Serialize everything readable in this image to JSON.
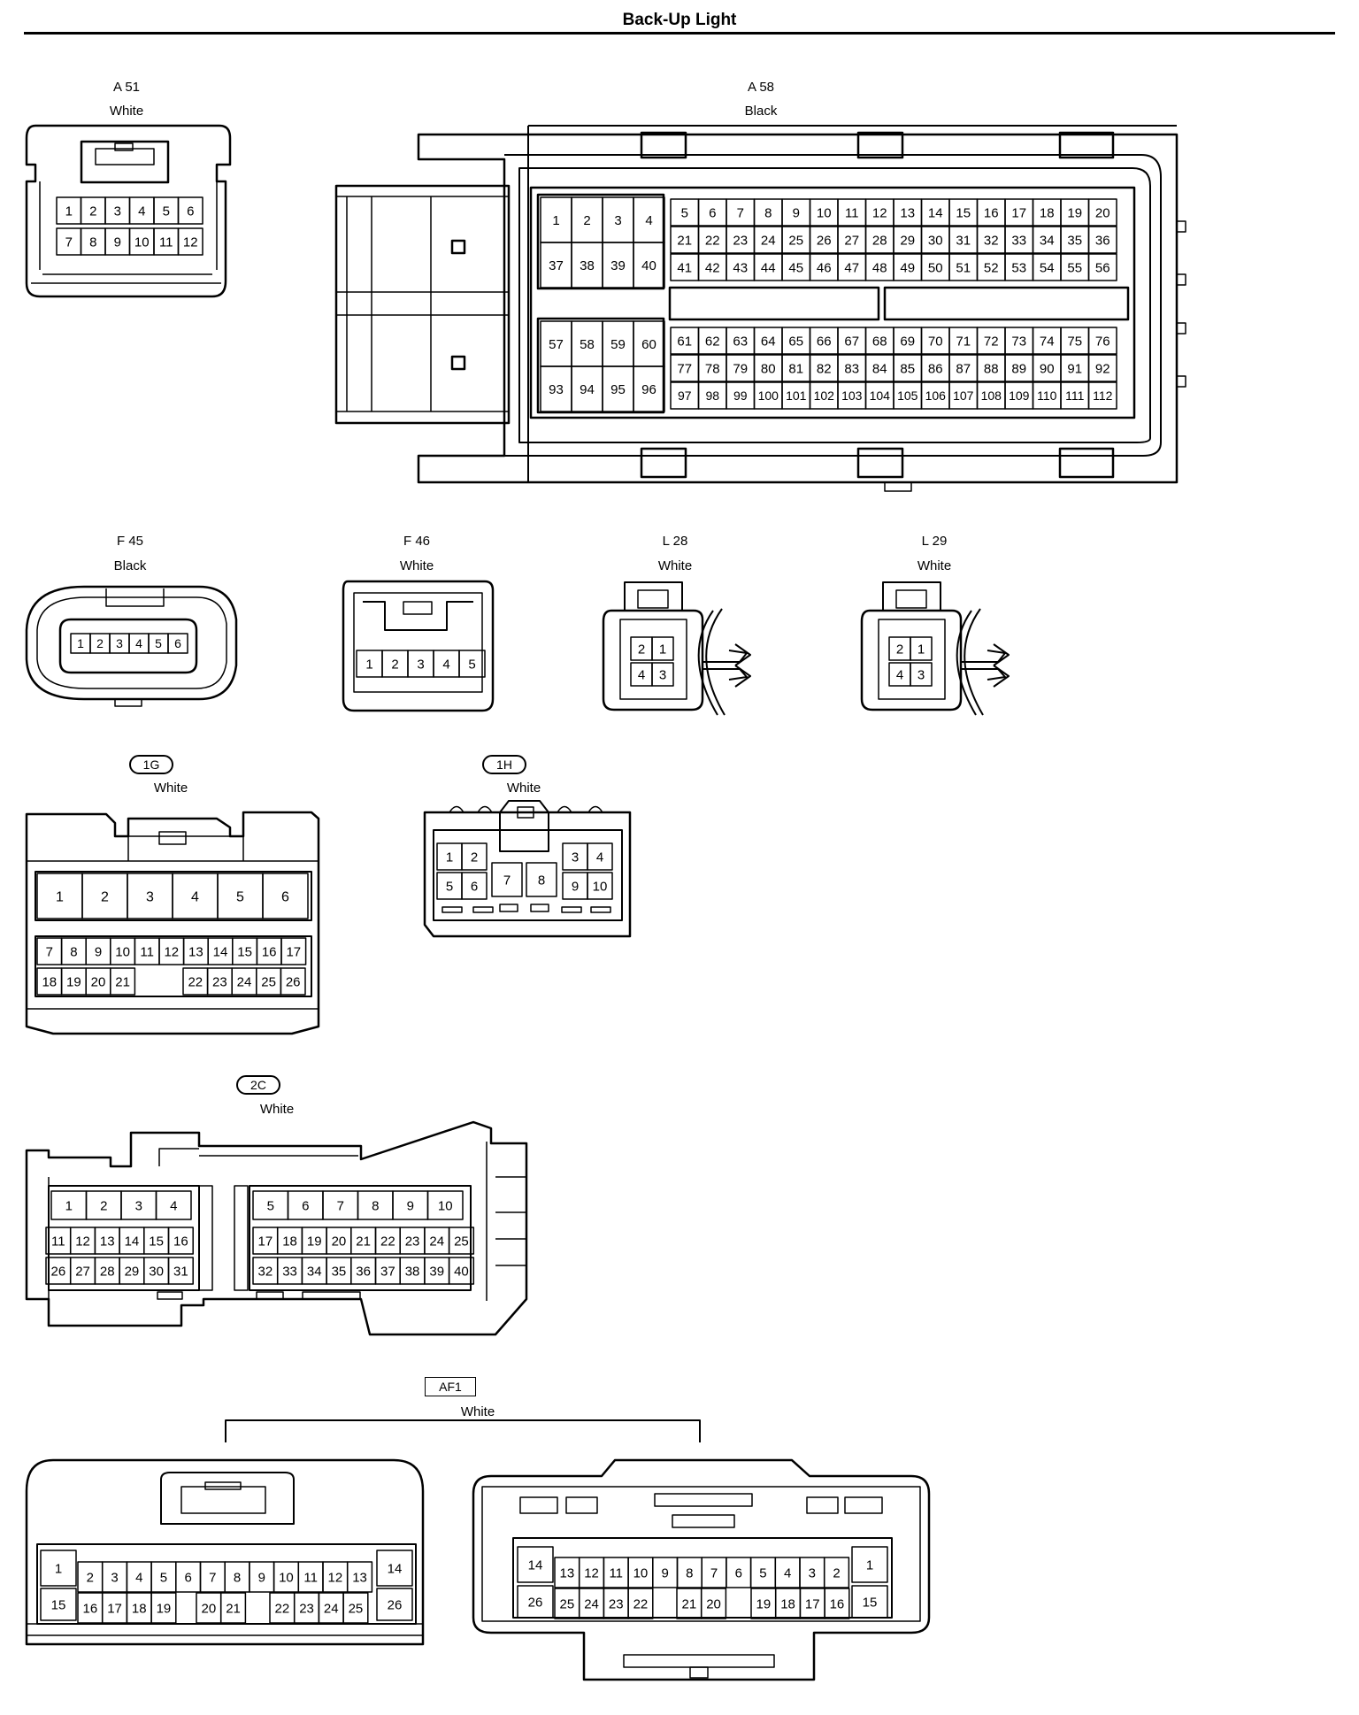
{
  "title": "Back-Up Light",
  "connectors": {
    "A51": {
      "name": "A 51",
      "color": "White",
      "pins": [
        "1",
        "2",
        "3",
        "4",
        "5",
        "6",
        "7",
        "8",
        "9",
        "10",
        "11",
        "12"
      ]
    },
    "A58": {
      "name": "A 58",
      "color": "Black",
      "pin_count": 112
    },
    "F45": {
      "name": "F 45",
      "color": "Black",
      "pins": [
        "1",
        "2",
        "3",
        "4",
        "5",
        "6"
      ]
    },
    "F46": {
      "name": "F 46",
      "color": "White",
      "pins": [
        "1",
        "2",
        "3",
        "4",
        "5"
      ]
    },
    "L28": {
      "name": "L 28",
      "color": "White",
      "pins": [
        "2",
        "1",
        "4",
        "3"
      ]
    },
    "L29": {
      "name": "L 29",
      "color": "White",
      "pins": [
        "2",
        "1",
        "4",
        "3"
      ]
    },
    "1G": {
      "name": "1G",
      "color": "White",
      "pin_count": 26
    },
    "1H": {
      "name": "1H",
      "color": "White",
      "pin_count": 10
    },
    "2C": {
      "name": "2C",
      "color": "White",
      "pin_count": 40
    },
    "AF1": {
      "name": "AF1",
      "color": "White",
      "pin_count": 26
    }
  }
}
